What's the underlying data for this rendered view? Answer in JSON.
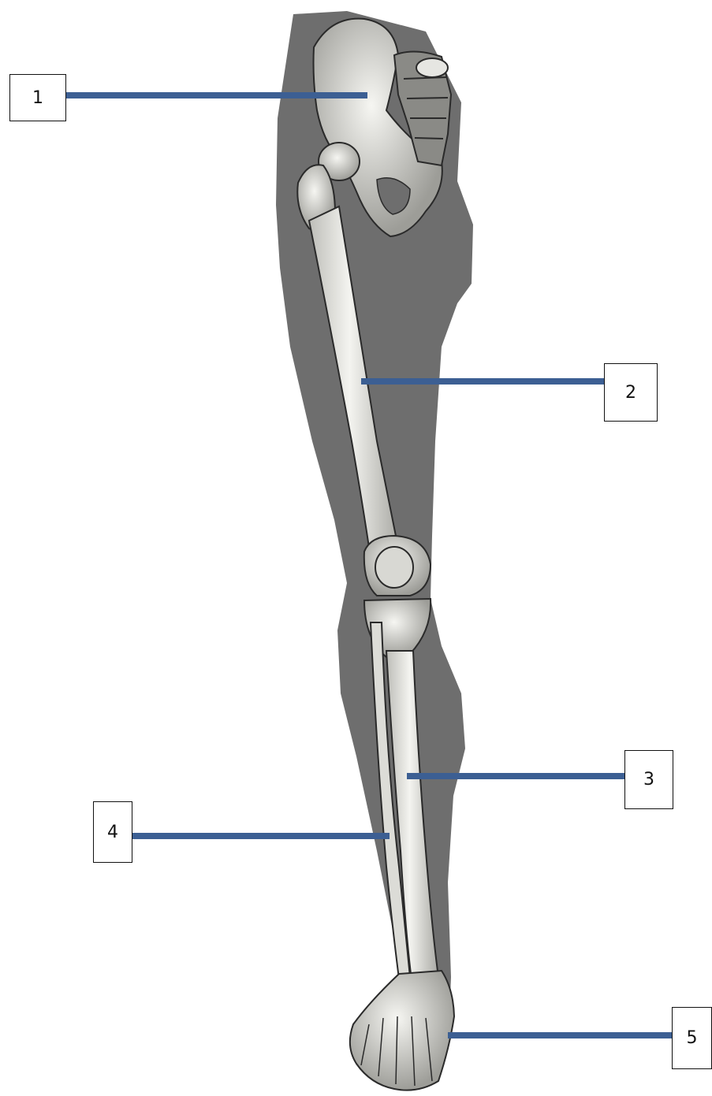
{
  "labels": [
    {
      "id": "1",
      "text": "1"
    },
    {
      "id": "2",
      "text": "2"
    },
    {
      "id": "3",
      "text": "3"
    },
    {
      "id": "4",
      "text": "4"
    },
    {
      "id": "5",
      "text": "5"
    }
  ],
  "colors": {
    "leader_line": "#3c5f93",
    "silhouette": "#6e6e6e",
    "bone": "#eeeeea",
    "bone_outline": "#2a2a2a",
    "box_border": "#111111"
  }
}
